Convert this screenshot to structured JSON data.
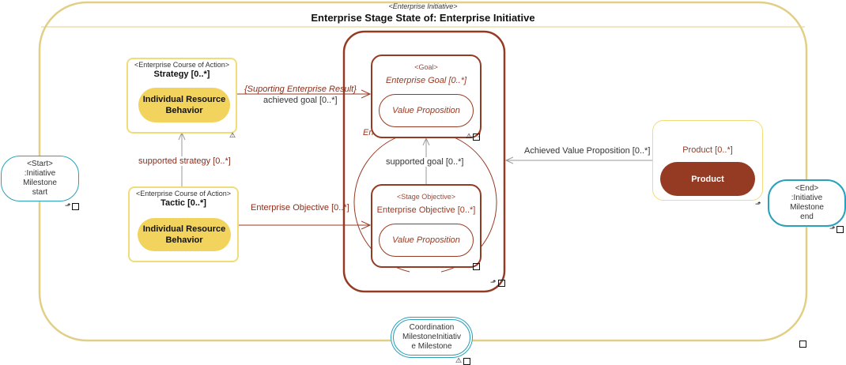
{
  "container": {
    "stereotype": "<Enterprise Initiative>",
    "title": "Enterprise Stage State of: Enterprise Initiative"
  },
  "strategy": {
    "stereotype": "<Enterprise Course of Action>",
    "title": "Strategy [0..*]",
    "behavior": "Individual Resource Behavior"
  },
  "tactic": {
    "stereotype": "<Enterprise Course of Action>",
    "title": "Tactic [0..*]",
    "behavior": "Individual Resource Behavior"
  },
  "goal": {
    "stereotype": "<Goal>",
    "title": "Enterprise Goal [0..*]",
    "value": "Value Proposition"
  },
  "objective": {
    "stereotype": "<Stage Objective>",
    "title": "Enterprise Objective [0..*]",
    "value": "Value Proposition"
  },
  "hidden_label": {
    "left": "En",
    "right": "*]"
  },
  "product": {
    "title": "Product [0..*]",
    "pill": "Product"
  },
  "start": {
    "text": "<Start>\n:Initiative\nMilestone\nstart"
  },
  "end": {
    "text": "<End>\n:Initiative\nMilestone\nend"
  },
  "coordination": {
    "text": "Coordination\nMilestoneInitiativ\ne Milestone"
  },
  "connectors": {
    "supporting_result": "{Suporting Enterprise Result}",
    "achieved_goal": "achieved goal [0..*]",
    "supported_strategy": "supported strategy [0..*]",
    "enterprise_objective": "Enterprise Objective [0..*]",
    "supported_goal": "supported goal [0..*]",
    "achieved_value": "Achieved Value Proposition [0..*]"
  },
  "colors": {
    "initiative_border": "#e2cf86",
    "course_border": "#f0dd7a",
    "goal_border": "#963b23",
    "start_end_border": "#2aa1b8",
    "yellow_fill": "#f2d35e",
    "brown_fill": "#963b23"
  },
  "icons": [
    "warning-icon",
    "link-icon",
    "arrow-up-icon"
  ]
}
